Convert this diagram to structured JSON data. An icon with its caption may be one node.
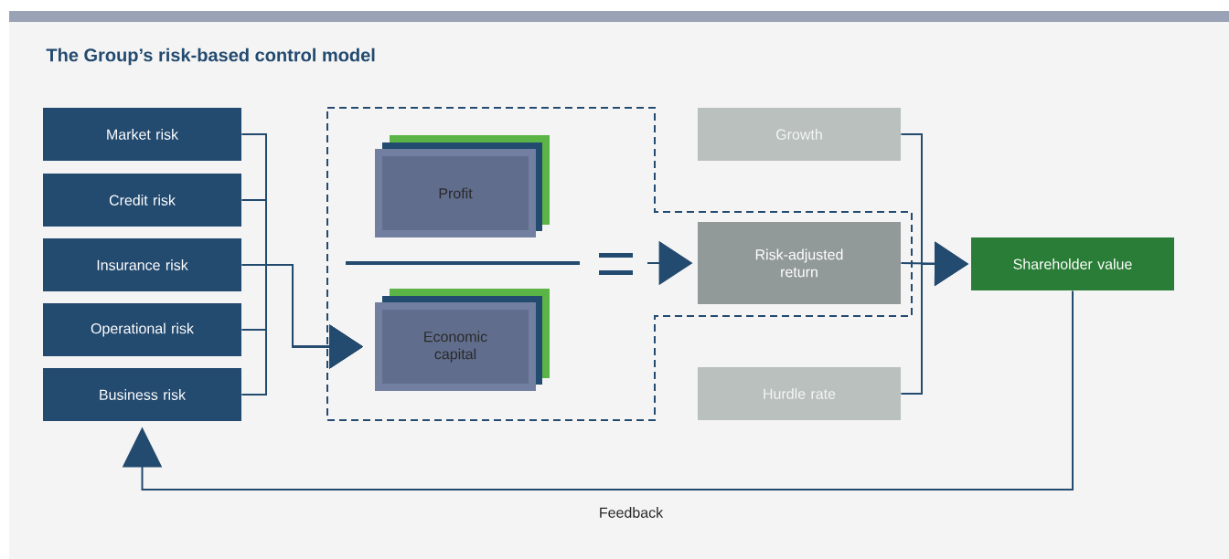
{
  "diagram": {
    "title": "The Group’s risk-based control model",
    "nodes": [
      {
        "text": [
          "Market risk"
        ]
      },
      {
        "text": [
          "Credit risk"
        ]
      },
      {
        "text": [
          "Insurance risk"
        ]
      },
      {
        "text": [
          "Operational risk"
        ]
      },
      {
        "text": [
          "Business risk"
        ]
      },
      {
        "text": [],
        "shape": "box"
      },
      {
        "text": [
          "Profit"
        ],
        "in": 5
      },
      {
        "text": [
          "Economic capital"
        ],
        "in": 5
      },
      {
        "text": [
          "Growth"
        ]
      },
      {
        "text": [
          "Risk-adjusted return"
        ],
        "in": 5
      },
      {
        "text": [
          "Hurdle rate"
        ]
      },
      {
        "text": [
          "Shareholder value"
        ]
      }
    ],
    "edges": [
      {
        "from": 0,
        "to": 7,
        "arrow": "to"
      },
      {
        "from": 1,
        "to": 7,
        "arrow": "to"
      },
      {
        "from": 2,
        "to": 7,
        "arrow": "to"
      },
      {
        "from": 3,
        "to": 7,
        "arrow": "to"
      },
      {
        "from": 4,
        "to": 7,
        "arrow": "to"
      },
      {
        "from": null,
        "to": 9,
        "arrow": "to"
      },
      {
        "from": 8,
        "to": 11,
        "arrow": "to"
      },
      {
        "from": 9,
        "to": 11,
        "arrow": "to"
      },
      {
        "from": 10,
        "to": 11,
        "arrow": "to"
      },
      {
        "from": 11,
        "to": 4,
        "arrow": "to",
        "label": "Feedback"
      }
    ]
  }
}
